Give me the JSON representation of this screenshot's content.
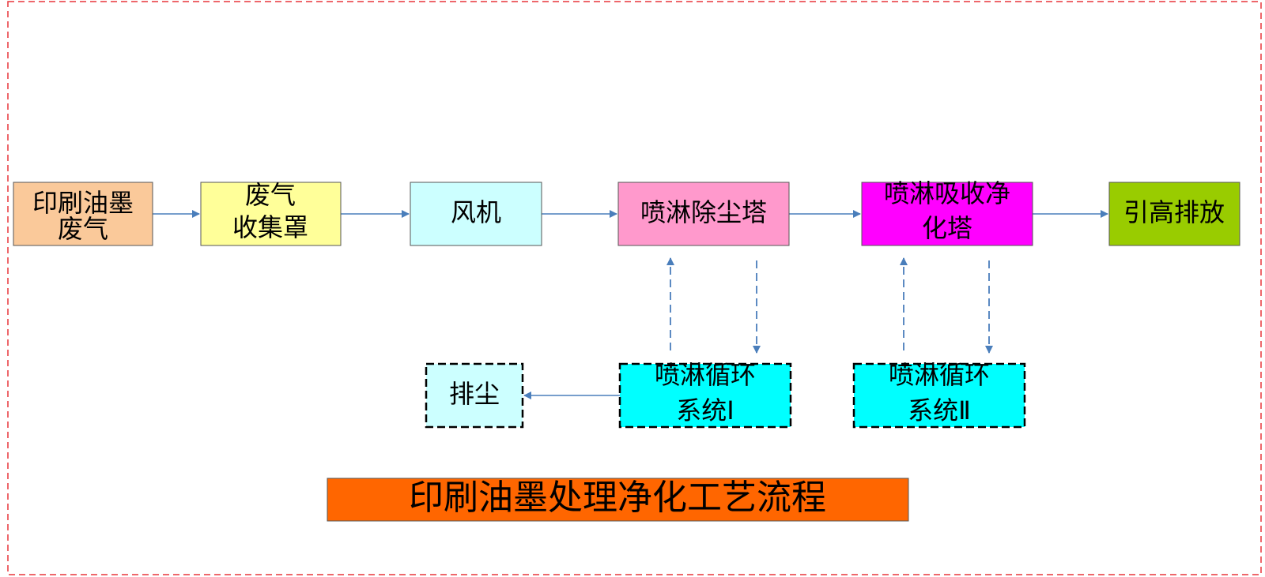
{
  "diagram": {
    "title": "印刷油墨处理净化工艺流程",
    "nodes": {
      "waste_gas": {
        "line1": "印刷油墨",
        "line2": "废气",
        "color": "#FAC99A"
      },
      "hood": {
        "line1": "废气",
        "line2": "收集罩",
        "color": "#FFFF99"
      },
      "fan": {
        "label": "风机",
        "color": "#CCFFFF"
      },
      "dust_tower": {
        "label": "喷淋除尘塔",
        "color": "#FF99CC"
      },
      "absorb_tower": {
        "line1": "喷淋吸收净",
        "line2": "化塔",
        "color": "#FF00FF"
      },
      "discharge": {
        "label": "引高排放",
        "color": "#99CC00"
      },
      "dust_out": {
        "label": "排尘",
        "color": "#CCFFFF"
      },
      "spray_1": {
        "line1": "喷淋循环",
        "line2": "系统Ⅰ",
        "color": "#00FFFF"
      },
      "spray_2": {
        "line1": "喷淋循环",
        "line2": "系统Ⅱ",
        "color": "#00FFFF"
      }
    },
    "title_color": "#FF6600",
    "arrow_color": "#4A7EBB",
    "border_color": "#E8353A"
  }
}
